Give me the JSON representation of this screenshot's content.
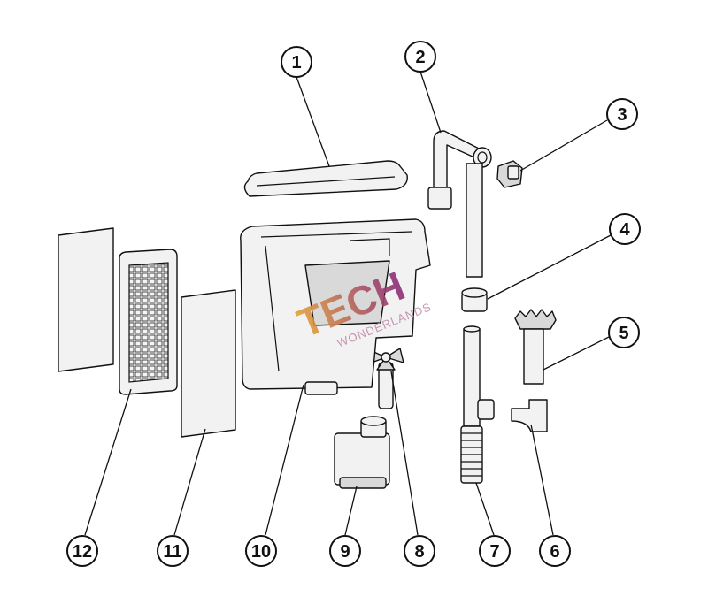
{
  "callouts": [
    {
      "id": "c1",
      "label": "1"
    },
    {
      "id": "c2",
      "label": "2"
    },
    {
      "id": "c3",
      "label": "3"
    },
    {
      "id": "c4",
      "label": "4"
    },
    {
      "id": "c5",
      "label": "5"
    },
    {
      "id": "c6",
      "label": "6"
    },
    {
      "id": "c7",
      "label": "7"
    },
    {
      "id": "c8",
      "label": "8"
    },
    {
      "id": "c9",
      "label": "9"
    },
    {
      "id": "c10",
      "label": "10"
    },
    {
      "id": "c11",
      "label": "11"
    },
    {
      "id": "c12",
      "label": "12"
    }
  ],
  "watermark": {
    "brand": "TECH",
    "subtitle": "WONDERLANDS",
    "colors": {
      "start": "#e5a23a",
      "end": "#8a2a7a",
      "sub": "#c28aa8"
    }
  }
}
